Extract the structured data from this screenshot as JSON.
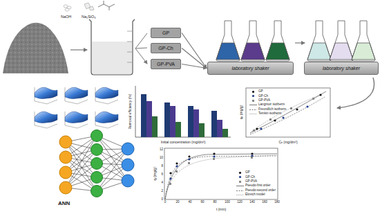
{
  "diagram": {
    "nodes": [
      {
        "text": [
          "GP"
        ]
      },
      {
        "text": [
          "GP-Ch"
        ]
      },
      {
        "text": [
          "GP-PVA"
        ]
      },
      {
        "text": [
          "laboratory shaker"
        ]
      },
      {
        "text": [
          "laboratory shaker"
        ]
      }
    ],
    "edges": [
      {
        "from": 0,
        "to": 3,
        "arrow": "to"
      },
      {
        "from": 1,
        "to": 3,
        "arrow": "to"
      },
      {
        "from": 2,
        "to": 3,
        "arrow": "to"
      }
    ],
    "labels": [
      "NaOH",
      "Na₂SiO₃",
      "Removal efficiency (%)",
      "Initial concentration (mg/dm³)",
      "qₑ (mg/g)",
      "Cₑ (mg/dm³)",
      "qₜ (mg/g)",
      "t (min)",
      "0",
      "2",
      "4",
      "6",
      "8",
      "10",
      "12",
      "0",
      "20",
      "40",
      "60",
      "80",
      "100",
      "120",
      "140",
      "160",
      "180",
      "ANN"
    ],
    "legend": [
      {
        "text": "GP"
      },
      {
        "text": "GP-Ch"
      },
      {
        "text": "GP-PVA"
      },
      {
        "text": "Langmuir isotherm"
      },
      {
        "text": "Freundlich isotherm"
      },
      {
        "text": "Temkin isotherm"
      },
      {
        "text": "GP"
      },
      {
        "text": "GP-Ch"
      },
      {
        "text": "GP-PVA"
      },
      {
        "text": "Pseudo-first order"
      },
      {
        "text": "Pseudo-second order"
      },
      {
        "text": "Elovich model"
      }
    ]
  }
}
